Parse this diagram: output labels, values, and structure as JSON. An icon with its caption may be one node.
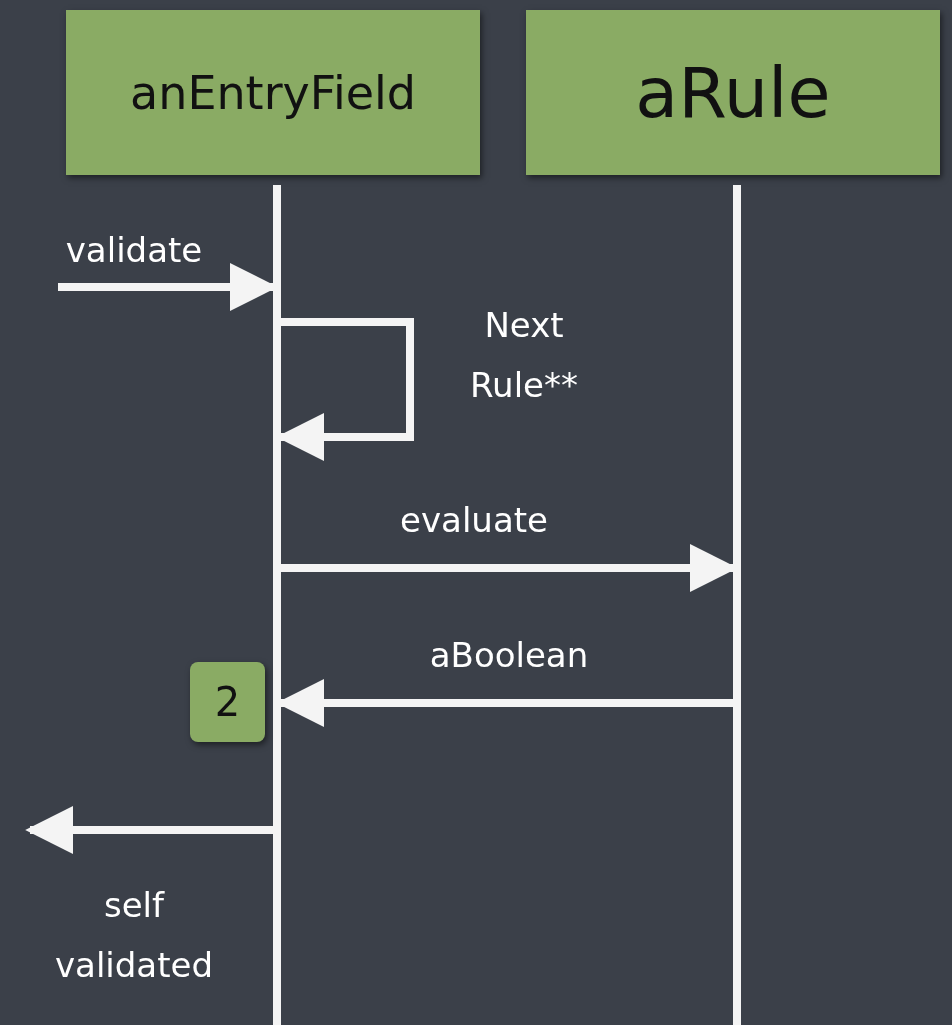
{
  "diagram": {
    "nodes": [
      {
        "text": [
          "anEntryField"
        ]
      },
      {
        "text": [
          "aRule"
        ]
      },
      {
        "text": [],
        "shape": "bar"
      },
      {
        "text": [],
        "shape": "bar"
      },
      {
        "text": [
          "2"
        ]
      }
    ],
    "edges": [
      {
        "from": null,
        "to": 2,
        "arrow": "to",
        "label": "validate"
      },
      {
        "from": 2,
        "to": 2,
        "arrow": "to",
        "label": "Next Rule**"
      },
      {
        "from": 2,
        "to": 3,
        "arrow": "to",
        "label": "evaluate"
      },
      {
        "from": 3,
        "to": 2,
        "arrow": "to",
        "label": "aBoolean"
      },
      {
        "from": 2,
        "to": null,
        "arrow": "to",
        "label": "self validated"
      }
    ]
  }
}
